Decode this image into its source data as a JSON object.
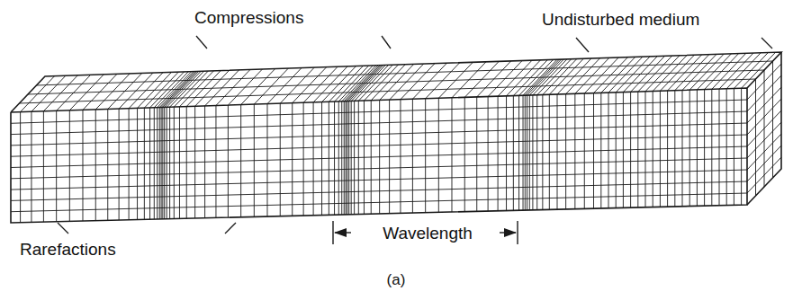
{
  "diagram": {
    "labels": [
      "Compressions",
      "Undisturbed medium",
      "Rarefactions",
      "Wavelength",
      "(a)"
    ]
  }
}
